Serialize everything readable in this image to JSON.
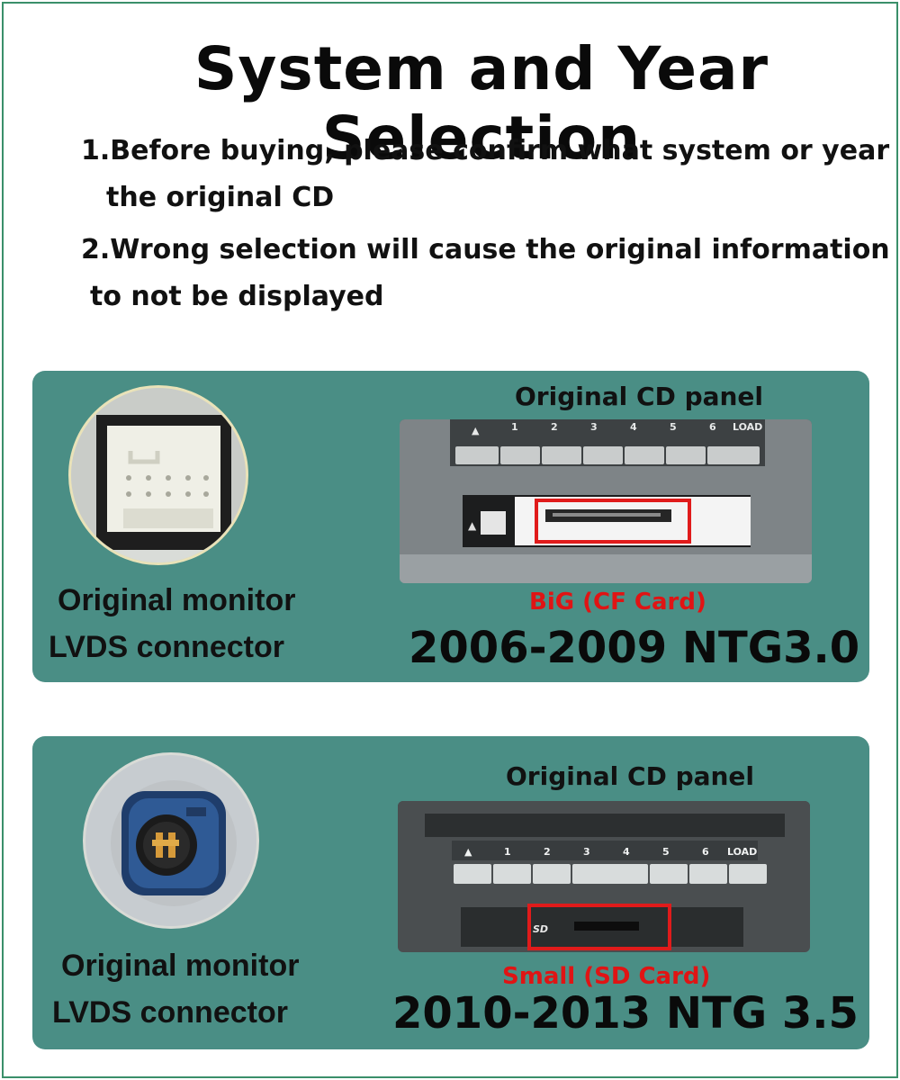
{
  "title": "System and Year Selection",
  "notes": {
    "line1": "1.Before buying, please confirm what system or year",
    "line1b": "the original CD",
    "line2": "2.Wrong selection will cause the original information",
    "line2b": "to not be displayed"
  },
  "cards": [
    {
      "monitor_label_1": "Original monitor",
      "monitor_label_2": "LVDS connector",
      "panel_title": "Original CD panel",
      "button_labels": [
        "1",
        "2",
        "3",
        "4",
        "5",
        "6",
        "LOAD"
      ],
      "card_type": "BiG (CF Card)",
      "system": "2006-2009 NTG3.0"
    },
    {
      "monitor_label_1": "Original monitor",
      "monitor_label_2": "LVDS connector",
      "panel_title": "Original CD panel",
      "button_labels": [
        "1",
        "2",
        "3",
        "4",
        "5",
        "6",
        "LOAD"
      ],
      "slot_logo": "SD",
      "card_type": "Small (SD Card)",
      "system": "2010-2013 NTG 3.5"
    }
  ],
  "colors": {
    "card_bg": "#4a8e85",
    "highlight_red": "#e01b1b",
    "frame_green": "#3a8f6a"
  }
}
